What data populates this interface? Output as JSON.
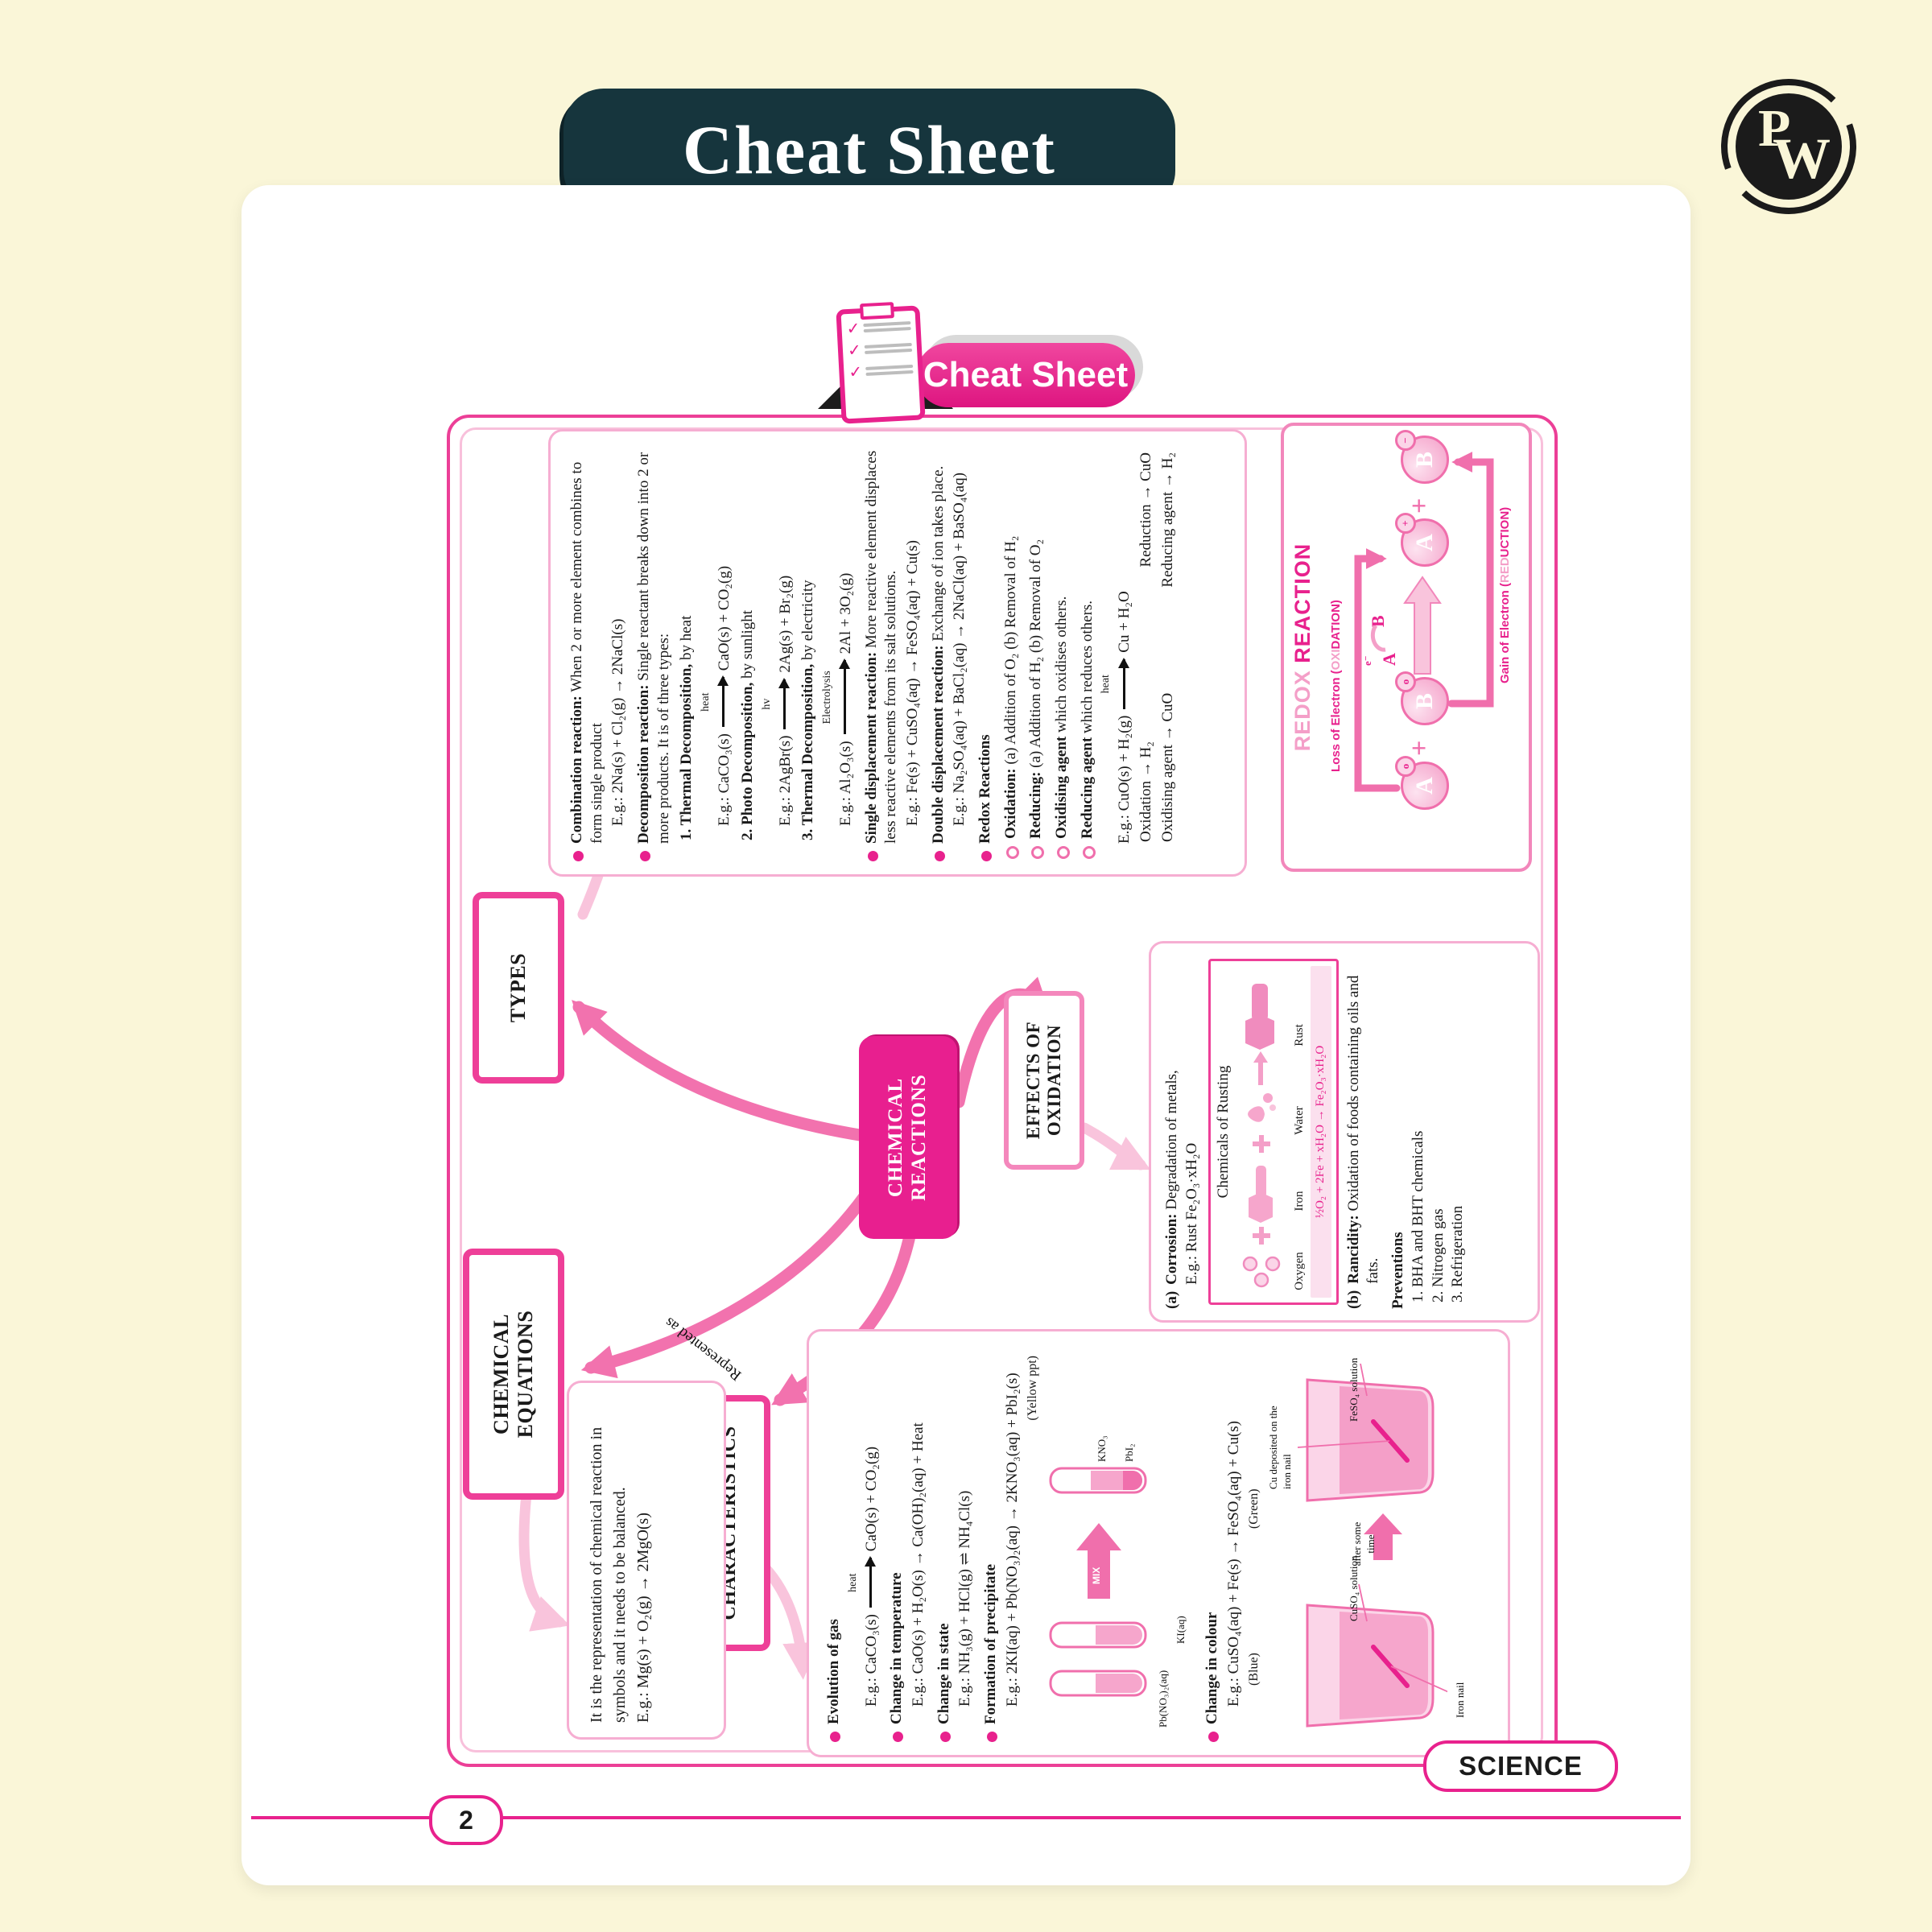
{
  "page": {
    "banner_title": "Cheat Sheet",
    "logo_text_p": "P",
    "logo_text_w": "W",
    "ribbon_title": "Cheat Sheet",
    "page_number": "2",
    "subject_label": "SCIENCE"
  },
  "map": {
    "center_l1": "CHEMICAL",
    "center_l2": "REACTIONS",
    "types_label": "TYPES",
    "chem_eq_l1": "CHEMICAL",
    "chem_eq_l2": "EQUATIONS",
    "characteristics_label": "CHARACTERISTICS",
    "effects_l1": "EFFECTS OF",
    "effects_l2": "OXIDATION",
    "represented_as": "Represented as"
  },
  "chem_eq_desc": {
    "text": "It is the representation of chemical reaction in symbols and it needs to be balanced.",
    "eq": "E.g.: Mg(s) + O₂(g) → 2MgO(s)"
  },
  "types_detail": {
    "combination_title": "Combination reaction:",
    "combination_text": " When 2 or more element combines to form single product",
    "combination_eq": "E.g.: 2Na(s) + Cl₂(g) → 2NaCl(s)",
    "decomposition_title": "Decomposition reaction:",
    "decomposition_text": " Single reactant breaks down into 2 or more products. It is of three types:",
    "thermal_name": "1. Thermal Decomposition,",
    "thermal_how": " by heat",
    "thermal_pre": "E.g.: CaCO₃(s)",
    "thermal_label": "heat",
    "thermal_post": "CaO(s) + CO₂(g)",
    "photo_name": "2. Photo Decomposition,",
    "photo_how": " by sunlight",
    "photo_pre": "E.g.: 2AgBr(s)",
    "photo_label": "hv",
    "photo_post": "2Ag(s) + Br₂(g)",
    "electro_name": "3. Thermal Decomposition,",
    "electro_how": " by electricity",
    "electro_pre": "E.g.: Al₂O₃(s)",
    "electro_label": "Electrolysis",
    "electro_post": "2Al + 3O₂(g)",
    "single_title": "Single displacement reaction:",
    "single_text": " More reactive element displaces less reactive elements from its salt solutions.",
    "single_eq": "E.g.: Fe(s) + CuSO₄(aq) → FeSO₄(aq) + Cu(s)",
    "double_title": "Double displacement reaction:",
    "double_text": " Exchange of ion takes place.",
    "double_eq": "E.g.: Na₂SO₄(aq) + BaCl₂(aq) → 2NaCl(aq) + BaSO₄(aq)",
    "redox_title": "Redox Reactions",
    "oxidation_title": "Oxidation:",
    "oxidation_text": " (a) Addition of O₂  (b) Removal of H₂",
    "reducing_title": "Reducing:",
    "reducing_text": " (a) Addition of H₂  (b) Removal of O₂",
    "oxidising_agent_title": "Oxidising agent",
    "oxidising_agent_text": " which oxidises others.",
    "reducing_agent_title": "Reducing agent",
    "reducing_agent_text": " which reduces others.",
    "cuo_pre": "E.g.: CuO(s) + H₂(g)",
    "cuo_label": "heat",
    "cuo_post": "Cu + H₂O",
    "ox_h2": "Oxidation → H₂",
    "red_cuo": "Reduction → CuO",
    "oxa_cuo": "Oxidising agent → CuO",
    "reda_h2": "Reducing agent → H₂"
  },
  "redox_box": {
    "title_light": "REDOX ",
    "title_dark": "REACTION",
    "atom_a0": "A",
    "atom_b0": "B",
    "atom_a1": "A",
    "atom_b1": "B",
    "charge_o1": "o",
    "charge_o2": "o",
    "charge_plus": "+",
    "charge_minus": "−",
    "plus1": "+",
    "plus2": "+",
    "mid_a": "A",
    "mid_b": "B",
    "electron": "e⁻",
    "loss_pre": "Loss of Electron (",
    "loss_hl": "OXI",
    "loss_rest": "DATION)",
    "gain_pre": "Gain of Electron (",
    "gain_hl": "RED",
    "gain_rest": "UCTION)"
  },
  "effects_detail": {
    "a_label": "(a)",
    "corrosion_title": "Corrosion:",
    "corrosion_text": " Degradation of metals,",
    "corrosion_eq": "E.g.: Rust Fe₂O₃·xH₂O",
    "rusting_title": "Chemicals of Rusting",
    "rust_labels": [
      "Oxygen",
      "Iron",
      "Water",
      "Rust"
    ],
    "rust_formula": "½O₂  +  2Fe  +  xH₂O → Fe₂O₃·xH₂O",
    "b_label": "(b)",
    "rancidity_title": "Rancidity:",
    "rancidity_text": " Oxidation of foods containing oils and fats.",
    "preventions_title": "Preventions",
    "preventions": [
      "1.   BHA and BHT chemicals",
      "2.   Nitrogen gas",
      "3.   Refrigeration"
    ]
  },
  "char_detail": {
    "evolution_title": "Evolution of gas",
    "evolution_pre": "E.g.: CaCO₃(s)",
    "evolution_label": "heat",
    "evolution_post": "CaO(s) + CO₂(g)",
    "temp_title": "Change in temperature",
    "temp_eq": "E.g.: CaO(s) + H₂O(s) → Ca(OH)₂(aq) + Heat",
    "state_title": "Change in state",
    "state_eq": "E.g.: NH₃(g) + HCl(g) ⇌ NH₄Cl(s)",
    "precip_title": "Formation of precipitate",
    "precip_eq": "E.g.: 2KI(aq) + Pb(NO₃)₂(aq) → 2KNO₃(aq) + PbI₂(s)",
    "precip_note": "(Yellow ppt)",
    "tube_label1": "Pb(NO₃)₂(aq)",
    "tube_label2": "KI(aq)",
    "mix_label": "MIX",
    "tube_r1": "KNO₃",
    "tube_r2": "PbI₂",
    "colour_title": "Change in colour",
    "colour_eq": "E.g.: CuSO₄(aq) + Fe(s) → FeSO₄(aq) + Cu(s)",
    "colour_note1": "(Blue)",
    "colour_note2": "(Green)",
    "beaker_left_sol": "CuSO₄ solution",
    "beaker_left_nail": "Iron nail",
    "beaker_arrow": "after some time",
    "beaker_right_sol": "FeSO₄ solution",
    "beaker_right_dep": "Cu deposited on the iron nail"
  }
}
